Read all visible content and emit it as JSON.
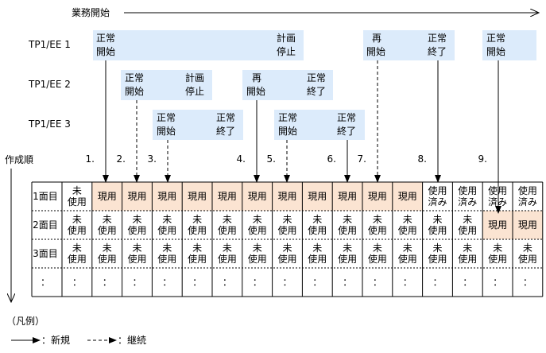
{
  "header": {
    "title": "業務開始"
  },
  "axis_label": "作成順",
  "lanes": [
    {
      "name": "TP1/EE 1",
      "boxes": [
        {
          "left": [
            "正常",
            "開始"
          ],
          "right": [
            "計画",
            "停止"
          ]
        },
        {
          "left": [
            "再",
            "開始"
          ],
          "right": [
            "正常",
            "終了"
          ]
        },
        {
          "left": [
            "正常",
            "開始"
          ],
          "right": [
            "",
            ""
          ]
        }
      ]
    },
    {
      "name": "TP1/EE 2",
      "boxes": [
        {
          "left": [
            "正常",
            "開始"
          ],
          "right": [
            "計画",
            "停止"
          ]
        },
        {
          "left": [
            "再",
            "開始"
          ],
          "right": [
            "正常",
            "終了"
          ]
        }
      ]
    },
    {
      "name": "TP1/EE 3",
      "boxes": [
        {
          "left": [
            "正常",
            "開始"
          ],
          "right": [
            "正常",
            "終了"
          ]
        },
        {
          "left": [
            "正常",
            "開始"
          ],
          "right": [
            "正常",
            "終了"
          ]
        }
      ]
    }
  ],
  "markers": [
    {
      "label": "1.",
      "style": "solid"
    },
    {
      "label": "2.",
      "style": "dashed"
    },
    {
      "label": "3.",
      "style": "dashed"
    },
    {
      "label": "4.",
      "style": "solid"
    },
    {
      "label": "5.",
      "style": "dashed"
    },
    {
      "label": "6.",
      "style": "solid"
    },
    {
      "label": "7.",
      "style": "dashed"
    },
    {
      "label": "8.",
      "style": "solid"
    },
    {
      "label": "9.",
      "style": "solid"
    }
  ],
  "table": {
    "row_labels": [
      "1面目",
      "2面目",
      "3面目",
      "："
    ],
    "rows": [
      [
        "未使用",
        "現用",
        "現用",
        "現用",
        "現用",
        "現用",
        "現用",
        "現用",
        "現用",
        "現用",
        "現用",
        "現用",
        "使用済み",
        "使用済み",
        "使用済み",
        "使用済み"
      ],
      [
        "未使用",
        "未使用",
        "未使用",
        "未使用",
        "未使用",
        "未使用",
        "未使用",
        "未使用",
        "未使用",
        "未使用",
        "未使用",
        "未使用",
        "未使用",
        "未使用",
        "現用",
        "現用"
      ],
      [
        "未使用",
        "未使用",
        "未使用",
        "未使用",
        "未使用",
        "未使用",
        "未使用",
        "未使用",
        "未使用",
        "未使用",
        "未使用",
        "未使用",
        "未使用",
        "未使用",
        "未使用",
        "未使用"
      ],
      [
        "：",
        "：",
        "：",
        "：",
        "：",
        "：",
        "：",
        "：",
        "：",
        "：",
        "：",
        "：",
        "：",
        "：",
        "：",
        "："
      ]
    ]
  },
  "legend": {
    "title": "（凡例）",
    "items": [
      {
        "label": "：新規",
        "style": "solid"
      },
      {
        "label": "：継続",
        "style": "dashed"
      }
    ]
  },
  "colors": {
    "box_fill": "#dcebfb",
    "active_fill": "#fbe4d2",
    "line": "#000000"
  }
}
